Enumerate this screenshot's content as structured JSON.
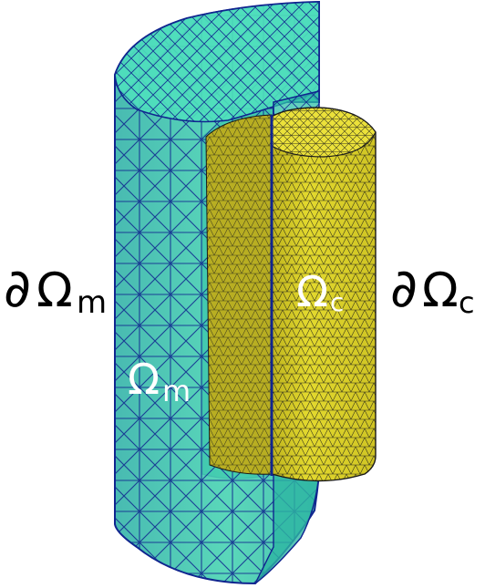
{
  "labels": {
    "left_symbol": "∂",
    "left_greek": "Ω",
    "left_sub": "m",
    "right_symbol": "∂",
    "right_greek": "Ω",
    "right_sub": "c",
    "inner_core_greek": "Ω",
    "inner_core_sub": "c",
    "inner_mantle_greek": "Ω",
    "inner_mantle_sub": "m"
  },
  "colors": {
    "mantle_fill": "#3fd7b0",
    "mantle_edge": "#10258f",
    "core_fill": "#d9cf2a",
    "core_edge": "#1a1a1a",
    "label_text": "#000000",
    "inner_label_text": "#ffffff"
  }
}
